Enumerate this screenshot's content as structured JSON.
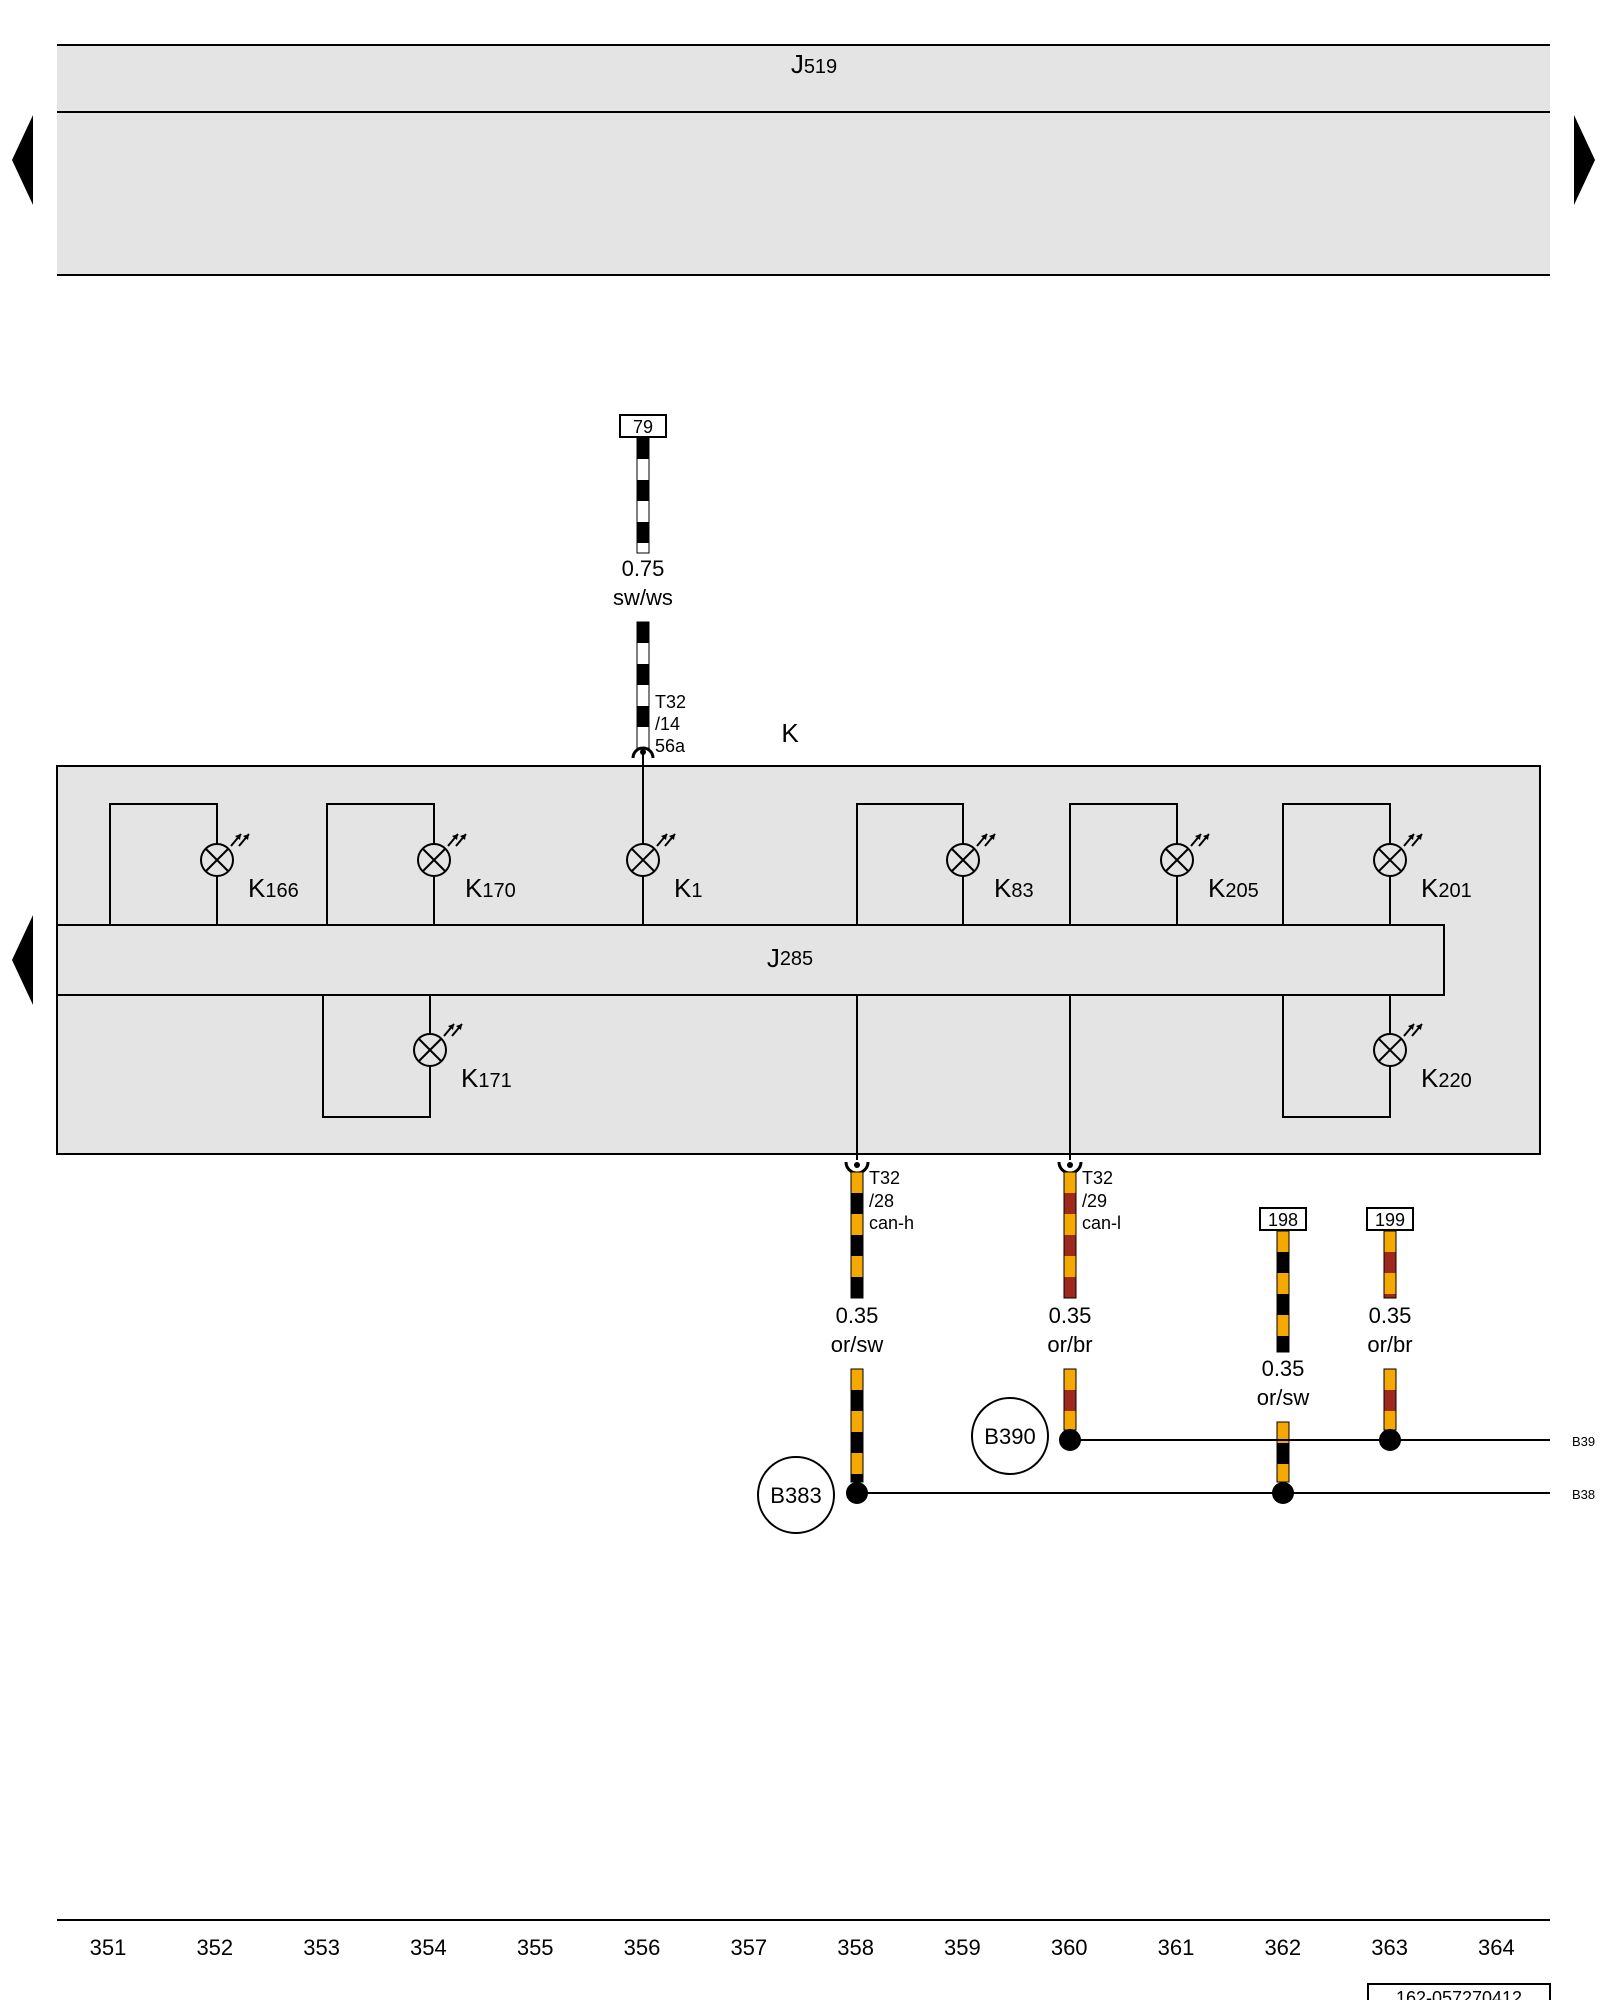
{
  "top_module": {
    "letter": "J",
    "num": "519"
  },
  "cluster_label": "K",
  "control_unit": {
    "letter": "J",
    "num": "285"
  },
  "lamps_top": [
    {
      "letter": "K",
      "num": "166"
    },
    {
      "letter": "K",
      "num": "170"
    },
    {
      "letter": "K",
      "num": "1"
    },
    {
      "letter": "K",
      "num": "83"
    },
    {
      "letter": "K",
      "num": "205"
    },
    {
      "letter": "K",
      "num": "201"
    }
  ],
  "lamps_bottom": [
    {
      "letter": "K",
      "num": "171"
    },
    {
      "letter": "K",
      "num": "220"
    }
  ],
  "wire_56a": {
    "ref": "79",
    "size": "0.75",
    "color": "sw/ws",
    "pin": [
      "T32",
      "/14",
      "56a"
    ],
    "stripe_colors": [
      "#000000",
      "#ffffff"
    ]
  },
  "wire_canh": {
    "size": "0.35",
    "color": "or/sw",
    "pin": [
      "T32",
      "/28",
      "can-h"
    ],
    "stripe_colors": [
      "#f5a800",
      "#000000"
    ]
  },
  "wire_canl": {
    "size": "0.35",
    "color": "or/br",
    "pin": [
      "T32",
      "/29",
      "can-l"
    ],
    "stripe_colors": [
      "#f5a800",
      "#9e2a1e"
    ]
  },
  "wire_198": {
    "ref": "198",
    "size": "0.35",
    "color": "or/sw",
    "stripe_colors": [
      "#f5a800",
      "#000000"
    ]
  },
  "wire_199": {
    "ref": "199",
    "size": "0.35",
    "color": "or/br",
    "stripe_colors": [
      "#f5a800",
      "#9e2a1e"
    ]
  },
  "splice_b383": "B383",
  "splice_b390": "B390",
  "line_end_upper": "B39",
  "line_end_lower": "B38",
  "columns": [
    "351",
    "352",
    "353",
    "354",
    "355",
    "356",
    "357",
    "358",
    "359",
    "360",
    "361",
    "362",
    "363",
    "364"
  ],
  "footer_code": "162-057270412"
}
